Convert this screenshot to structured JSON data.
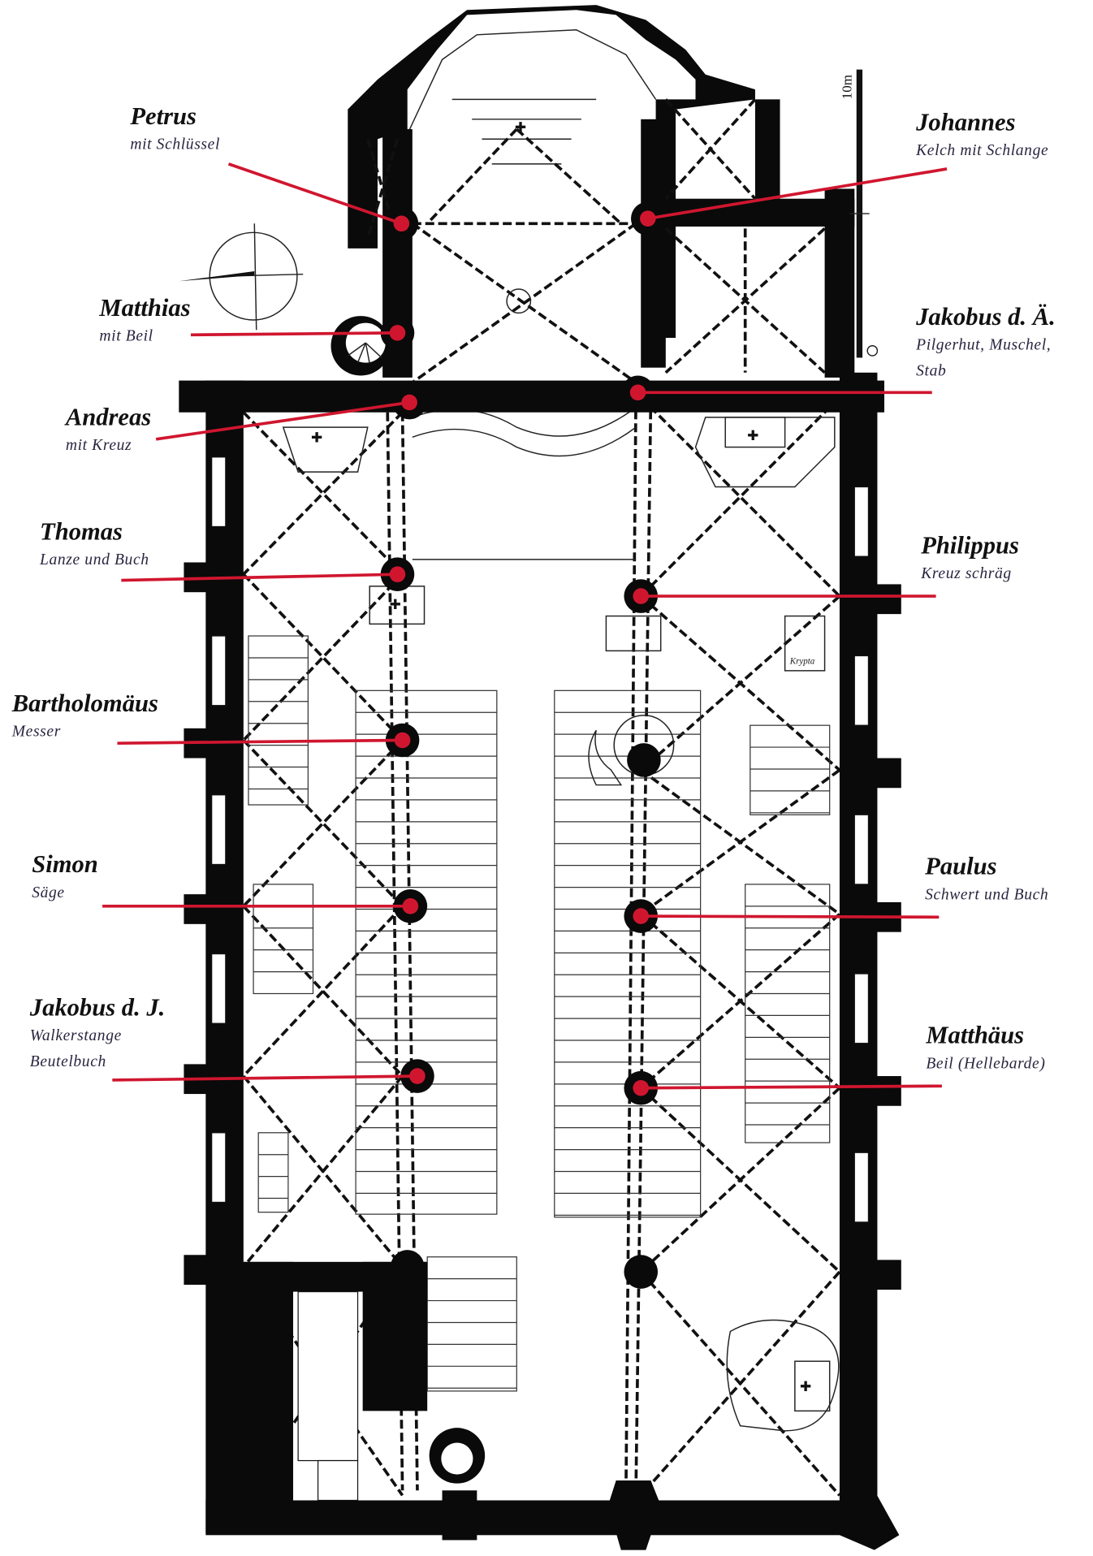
{
  "title": "Grundriss mit Apostelpfeilern",
  "colors": {
    "accent": "#d0162f",
    "ink": "#0a0a0a"
  },
  "scale_label": "10m",
  "room_label": "Krypta",
  "apostles": [
    {
      "name": "Petrus",
      "attribute": [
        "mit Schlüssel"
      ]
    },
    {
      "name": "Matthias",
      "attribute": [
        "mit Beil"
      ]
    },
    {
      "name": "Andreas",
      "attribute": [
        "mit Kreuz"
      ]
    },
    {
      "name": "Thomas",
      "attribute": [
        "Lanze und Buch"
      ]
    },
    {
      "name": "Bartholomäus",
      "attribute": [
        "Messer"
      ]
    },
    {
      "name": "Simon",
      "attribute": [
        "Säge"
      ]
    },
    {
      "name": "Jakobus d. J.",
      "attribute": [
        "Walkerstange",
        "Beutelbuch"
      ]
    },
    {
      "name": "Johannes",
      "attribute": [
        "Kelch mit Schlange"
      ]
    },
    {
      "name": "Jakobus d. Ä.",
      "attribute": [
        "Pilgerhut, Muschel,",
        "Stab"
      ]
    },
    {
      "name": "Philippus",
      "attribute": [
        "Kreuz schräg"
      ]
    },
    {
      "name": "Paulus",
      "attribute": [
        "Schwert und Buch"
      ]
    },
    {
      "name": "Matthäus",
      "attribute": [
        "Beil (Hellebarde)"
      ]
    }
  ]
}
